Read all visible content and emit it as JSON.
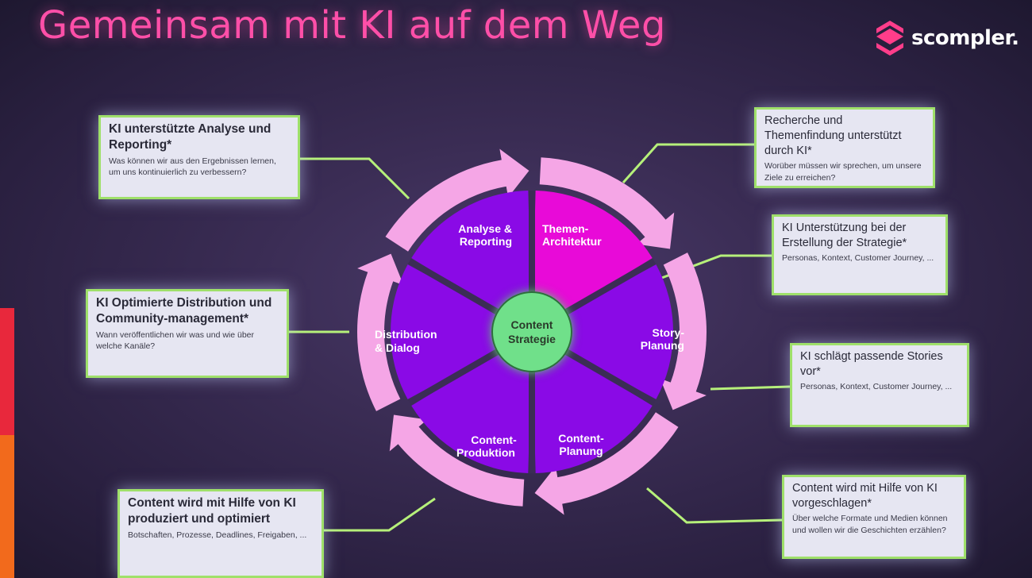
{
  "title": "Gemeinsam mit KI auf dem Weg",
  "logo": {
    "text": "scompler."
  },
  "center": {
    "line1": "Content",
    "line2": "Strategie"
  },
  "segments": [
    {
      "line1": "Themen-",
      "line2": "Architektur"
    },
    {
      "line1": "Story-",
      "line2": "Planung"
    },
    {
      "line1": "Content-",
      "line2": "Planung"
    },
    {
      "line1": "Content-",
      "line2": "Produktion"
    },
    {
      "line1": "Distribution",
      "line2": "& Dialog"
    },
    {
      "line1": "Analyse &",
      "line2": "Reporting"
    }
  ],
  "boxes": [
    {
      "title": "KI unterstützte Analyse und Reporting*",
      "desc": "Was können wir aus den Ergebnissen lernen, um uns kontinuierlich zu verbessern?"
    },
    {
      "title": "Recherche und Themenfindung unterstützt durch KI*",
      "desc": "Worüber müssen wir sprechen, um unsere Ziele zu erreichen?"
    },
    {
      "title": "KI Unterstützung bei der Erstellung der Strategie*",
      "desc": "Personas, Kontext, Customer Journey, ..."
    },
    {
      "title": "KI Optimierte Distribution und Community-management*",
      "desc": "Wann veröffentlichen wir was und wie über welche Kanäle?"
    },
    {
      "title": "KI schlägt passende Stories vor*",
      "desc": "Personas, Kontext, Customer Journey, ..."
    },
    {
      "title": "Content wird mit Hilfe von KI produziert und optimiert",
      "desc": "Botschaften, Prozesse, Deadlines, Freigaben, ..."
    },
    {
      "title": "Content wird mit Hilfe von KI vorgeschlagen*",
      "desc": "Über welche Formate und Medien können und wollen wir die Geschichten erzählen?"
    }
  ],
  "colors": {
    "title": "#ff4fa8",
    "segment_purple": "#8a0ae6",
    "segment_magenta": "#e80ad8",
    "ring": "#f5a6e6",
    "center": "#6fe08a",
    "connector": "#b6f07a",
    "box_border": "#9fe06a"
  }
}
